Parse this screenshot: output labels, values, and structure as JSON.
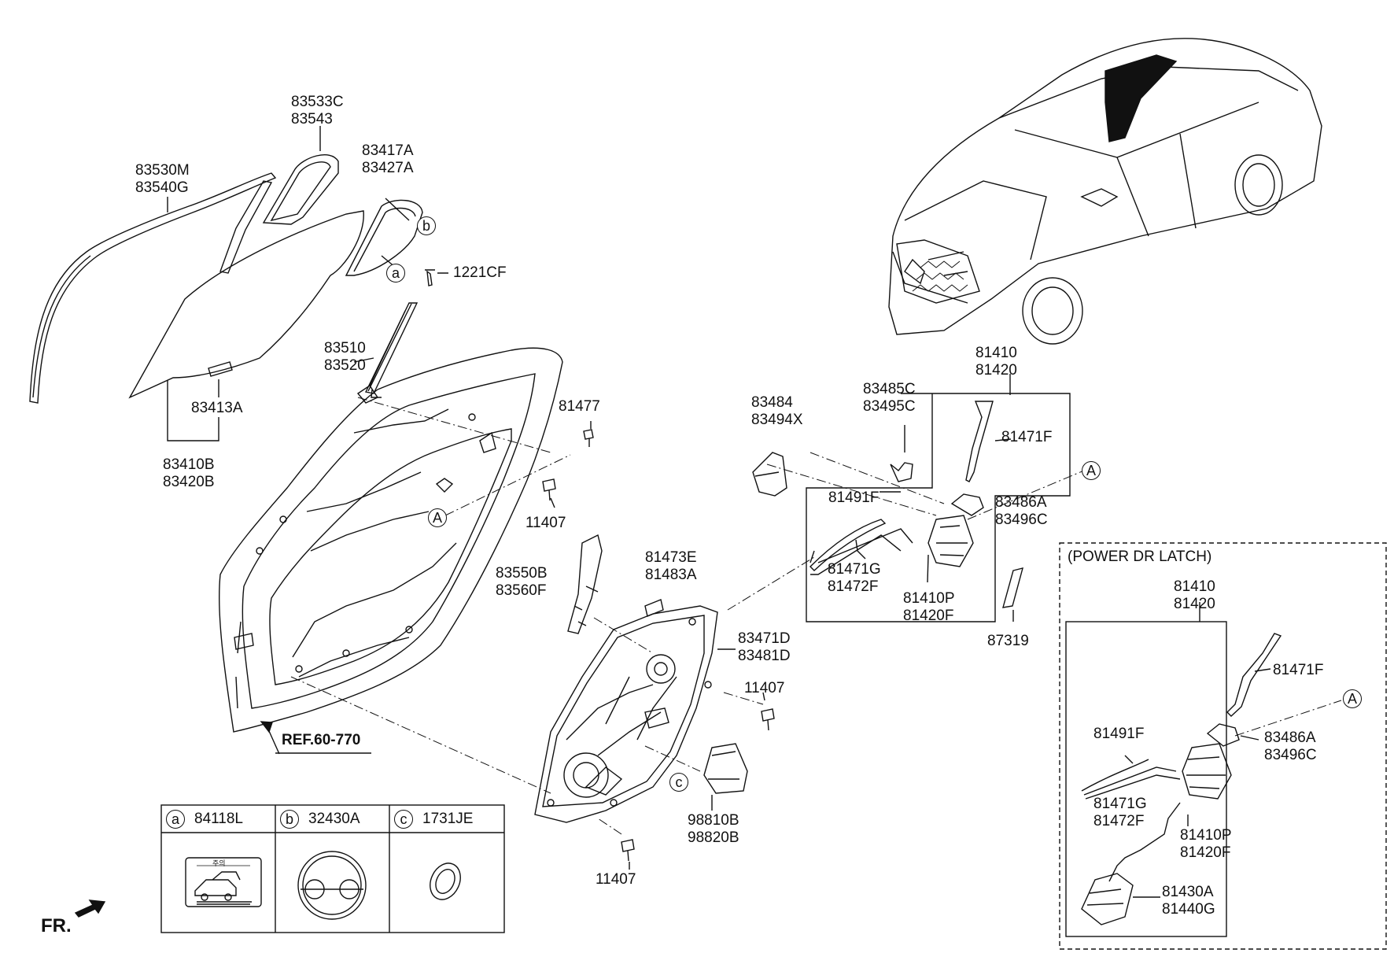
{
  "labels": {
    "p83533C": "83533C",
    "p83543": "83543",
    "p83530M": "83530M",
    "p83540G": "83540G",
    "p83417A": "83417A",
    "p83427A": "83427A",
    "p1221CF": "1221CF",
    "p83510": "83510",
    "p83520": "83520",
    "p83413A": "83413A",
    "p83410B": "83410B",
    "p83420B": "83420B",
    "p81477": "81477",
    "p11407a": "11407",
    "p11407b": "11407",
    "p11407c": "11407",
    "p83550B": "83550B",
    "p83560F": "83560F",
    "p81473E": "81473E",
    "p81483A": "81483A",
    "p83471D": "83471D",
    "p83481D": "83481D",
    "p98810B": "98810B",
    "p98820B": "98820B",
    "p83484": "83484",
    "p83494X": "83494X",
    "p83485C": "83485C",
    "p83495C": "83495C",
    "p81410": "81410",
    "p81420": "81420",
    "p81471F": "81471F",
    "p81491F": "81491F",
    "p83486A": "83486A",
    "p83496C": "83496C",
    "p81471G": "81471G",
    "p81472F": "81472F",
    "p81410P": "81410P",
    "p81420F": "81420F",
    "p87319": "87319",
    "ref": "REF.60-770",
    "fr": "FR."
  },
  "callouts": {
    "a": "a",
    "b": "b",
    "c": "c",
    "A": "A"
  },
  "legend": [
    {
      "key": "a",
      "part": "84118L"
    },
    {
      "key": "b",
      "part": "32430A"
    },
    {
      "key": "c",
      "part": "1731JE"
    }
  ],
  "power_latch": {
    "title": "(POWER DR LATCH)",
    "p81410": "81410",
    "p81420": "81420",
    "p81471F": "81471F",
    "p83486A": "83486A",
    "p83496C": "83496C",
    "p81491F": "81491F",
    "p81471G": "81471G",
    "p81472F": "81472F",
    "p81410P": "81410P",
    "p81420F": "81420F",
    "p81430A": "81430A",
    "p81440G": "81440G"
  },
  "sticker_text": "주의"
}
